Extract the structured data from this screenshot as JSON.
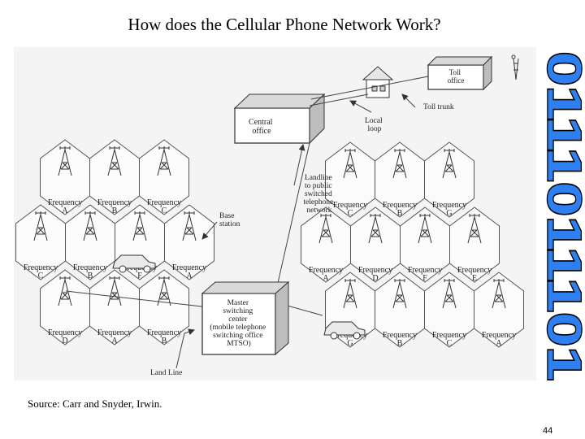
{
  "slide": {
    "title": "How does the Cellular Phone Network Work?",
    "source": "Source: Carr and Snyder, Irwin.",
    "page_number": "44",
    "binary_text": "0111011101"
  },
  "diagram": {
    "toll_office": [
      "Toll",
      "office"
    ],
    "central_office": [
      "Central",
      "office"
    ],
    "local_loop": [
      "Local",
      "loop"
    ],
    "toll_trunk": "Toll trunk",
    "landline_public": [
      "Landline",
      "to public",
      "switched",
      "telephone",
      "network"
    ],
    "base_station": [
      "Base",
      "station"
    ],
    "mtso": [
      "Master",
      "switching",
      "center",
      "(mobile telephone",
      "switching office",
      "MTSO)"
    ],
    "land_line": "Land Line",
    "frequency_word": "Frequency",
    "left_cells": [
      {
        "letter": "A"
      },
      {
        "letter": "B"
      },
      {
        "letter": "C"
      },
      {
        "letter": "C"
      },
      {
        "letter": "B"
      },
      {
        "letter": "F"
      },
      {
        "letter": "A"
      },
      {
        "letter": "D"
      },
      {
        "letter": "A"
      },
      {
        "letter": "B"
      }
    ],
    "right_cells": [
      {
        "letter": "C"
      },
      {
        "letter": "B"
      },
      {
        "letter": "G"
      },
      {
        "letter": "A"
      },
      {
        "letter": "D"
      },
      {
        "letter": "F"
      },
      {
        "letter": "E"
      },
      {
        "letter": "G"
      },
      {
        "letter": "B"
      },
      {
        "letter": "C"
      },
      {
        "letter": "A"
      }
    ]
  }
}
